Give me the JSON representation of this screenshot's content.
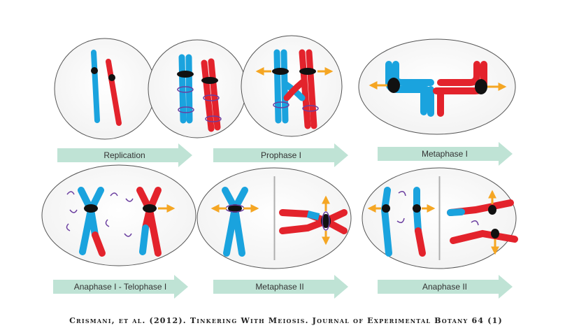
{
  "stages": [
    {
      "label": "Replication"
    },
    {
      "label": "Prophase I"
    },
    {
      "label": "Metaphase I"
    },
    {
      "label": "Anaphase I - Telophase I"
    },
    {
      "label": "Metaphase II"
    },
    {
      "label": "Anaphase II"
    }
  ],
  "citation": "Crismani, et al. (2012). Tinkering With Meiosis. Journal of Experimental Botany 64 (1)",
  "colors": {
    "blue_chromosome": "#1aa3de",
    "red_chromosome": "#e3232c",
    "centromere": "#111111",
    "crossover_ring": "#6b3fa0",
    "force_arrow": "#f5a623",
    "stage_arrow": "#bfe3d5",
    "cell_outline": "#555555"
  }
}
